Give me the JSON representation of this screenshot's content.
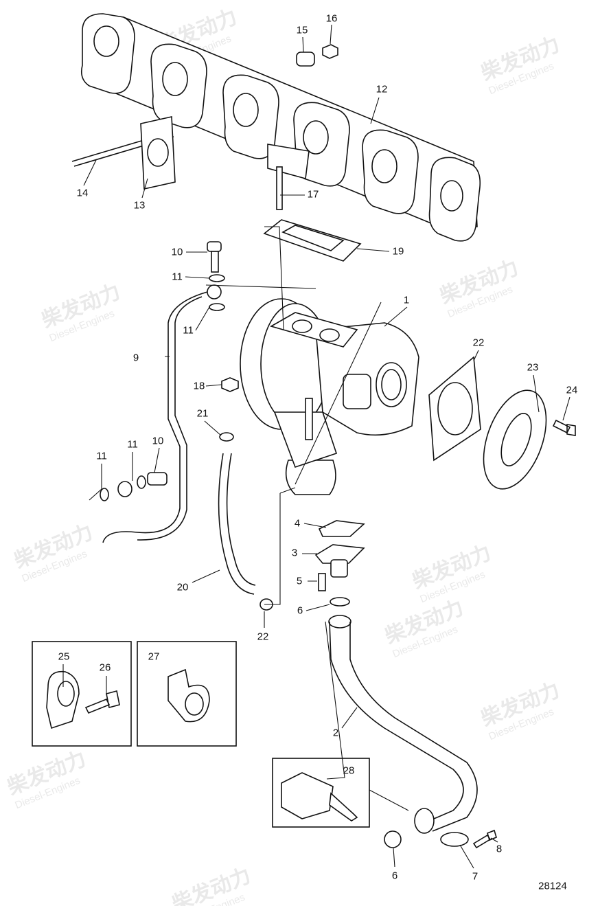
{
  "diagram_number": "28124",
  "watermark": {
    "text": "柴发动力",
    "subtext": "Diesel-Engines"
  },
  "parts": [
    {
      "id": "p16",
      "label": "16"
    },
    {
      "id": "p15",
      "label": "15"
    },
    {
      "id": "p12",
      "label": "12"
    },
    {
      "id": "p14",
      "label": "14"
    },
    {
      "id": "p13",
      "label": "13"
    },
    {
      "id": "p17",
      "label": "17"
    },
    {
      "id": "p19",
      "label": "19"
    },
    {
      "id": "p10a",
      "label": "10"
    },
    {
      "id": "p11a",
      "label": "11"
    },
    {
      "id": "p1",
      "label": "1"
    },
    {
      "id": "p11b",
      "label": "11"
    },
    {
      "id": "p9",
      "label": "9"
    },
    {
      "id": "p22a",
      "label": "22"
    },
    {
      "id": "p23",
      "label": "23"
    },
    {
      "id": "p24",
      "label": "24"
    },
    {
      "id": "p18",
      "label": "18"
    },
    {
      "id": "p21",
      "label": "21"
    },
    {
      "id": "p11c",
      "label": "11"
    },
    {
      "id": "p11d",
      "label": "11"
    },
    {
      "id": "p10b",
      "label": "10"
    },
    {
      "id": "p4",
      "label": "4"
    },
    {
      "id": "p3",
      "label": "3"
    },
    {
      "id": "p5",
      "label": "5"
    },
    {
      "id": "p20",
      "label": "20"
    },
    {
      "id": "p6a",
      "label": "6"
    },
    {
      "id": "p22b",
      "label": "22"
    },
    {
      "id": "p25",
      "label": "25"
    },
    {
      "id": "p26",
      "label": "26"
    },
    {
      "id": "p27",
      "label": "27"
    },
    {
      "id": "p28",
      "label": "28"
    },
    {
      "id": "p2",
      "label": "2"
    },
    {
      "id": "p8",
      "label": "8"
    },
    {
      "id": "p6b",
      "label": "6"
    },
    {
      "id": "p7",
      "label": "7"
    }
  ]
}
